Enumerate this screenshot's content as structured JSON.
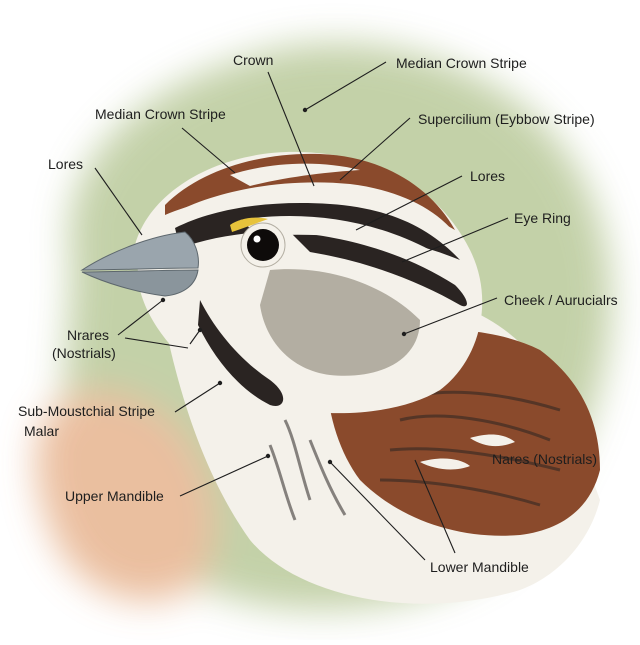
{
  "labels": {
    "crown": "Crown",
    "median_crown_stripe_top": "Median Crown Stripe",
    "median_crown_stripe_left": "Median Crown Stripe",
    "supercilium": "Supercilium (Eybbow Stripe)",
    "lores_left": "Lores",
    "lores_right": "Lores",
    "eye_ring": "Eye Ring",
    "cheek": "Cheek / Aurucialrs",
    "nares_left_line1": "Nrares",
    "nares_left_line2": "(Nostrials)",
    "sub_moustachial_line1": "Sub-Moustchial Stripe",
    "sub_moustachial_line2": "Malar",
    "nares_right": "Nares (Nostrials)",
    "upper_mandible": "Upper Mandible",
    "lower_mandible": "Lower Mandible"
  },
  "colors": {
    "text": "#1e1e1e",
    "wash_green": "#b9c99a",
    "wash_peach": "#e7b48f",
    "plumage_brown": "#8a4a2c",
    "plumage_white": "#f4f1ea",
    "plumage_gray": "#b3aea2",
    "stripe_black": "#2a2422",
    "eye_yellow": "#e7c33b",
    "bill_gray": "#9aa5ad"
  }
}
